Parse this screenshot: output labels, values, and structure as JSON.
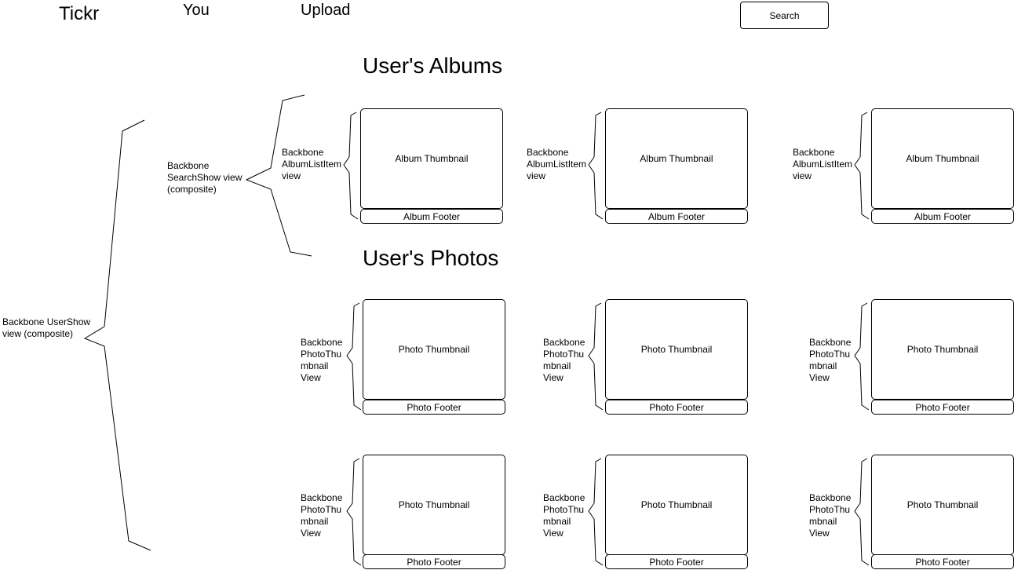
{
  "nav": {
    "logo": "Tickr",
    "you": "You",
    "upload": "Upload",
    "search_button": "Search"
  },
  "headings": {
    "albums": "User's Albums",
    "photos": "User's Photos"
  },
  "labels": {
    "user_show": "Backbone UserShow\nview (composite)",
    "search_show": "Backbone\nSearchShow view\n(composite)",
    "album_list_item": "Backbone\nAlbumListItem\nview",
    "photo_thumbnail_view": "Backbone\nPhotoThu\nmbnail\nView"
  },
  "albums": [
    {
      "thumbnail": "Album Thumbnail",
      "footer": "Album Footer"
    },
    {
      "thumbnail": "Album Thumbnail",
      "footer": "Album Footer"
    },
    {
      "thumbnail": "Album Thumbnail",
      "footer": "Album Footer"
    }
  ],
  "photo_rows": [
    [
      {
        "thumbnail": "Photo Thumbnail",
        "footer": "Photo Footer"
      },
      {
        "thumbnail": "Photo Thumbnail",
        "footer": "Photo Footer"
      },
      {
        "thumbnail": "Photo Thumbnail",
        "footer": "Photo Footer"
      }
    ],
    [
      {
        "thumbnail": "Photo Thumbnail",
        "footer": "Photo Footer"
      },
      {
        "thumbnail": "Photo Thumbnail",
        "footer": "Photo Footer"
      },
      {
        "thumbnail": "Photo Thumbnail",
        "footer": "Photo Footer"
      }
    ]
  ]
}
